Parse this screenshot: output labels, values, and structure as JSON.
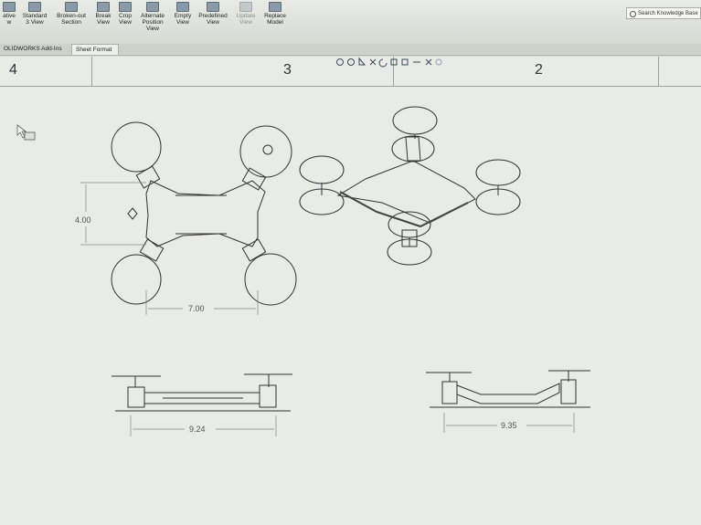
{
  "ribbon": {
    "buttons": [
      {
        "label": "ative\nw",
        "icon": "projected-view-icon"
      },
      {
        "label": "Standard\n3 View",
        "icon": "standard-3-view-icon"
      },
      {
        "label": "Broken-out\nSection",
        "icon": "broken-out-section-icon"
      },
      {
        "label": "Break\nView",
        "icon": "break-view-icon"
      },
      {
        "label": "Crop\nView",
        "icon": "crop-view-icon"
      },
      {
        "label": "Alternate\nPosition\nView",
        "icon": "alternate-position-view-icon"
      },
      {
        "label": "Empty\nView",
        "icon": "empty-view-icon"
      },
      {
        "label": "Predefined\nView",
        "icon": "predefined-view-icon"
      },
      {
        "label": "Update\nView",
        "icon": "update-view-icon"
      },
      {
        "label": "Replace\nModel",
        "icon": "replace-model-icon"
      }
    ],
    "search_placeholder": "Search Knowledge Base"
  },
  "tabs": [
    {
      "label": "OLIDWORKS Add-Ins"
    },
    {
      "label": "Sheet Format"
    }
  ],
  "sheet": {
    "zones": [
      "4",
      "3",
      "2"
    ]
  },
  "dimensions": {
    "top_height": "4.00",
    "top_width": "7.00",
    "front_width": "9.24",
    "side_width": "9.35"
  }
}
